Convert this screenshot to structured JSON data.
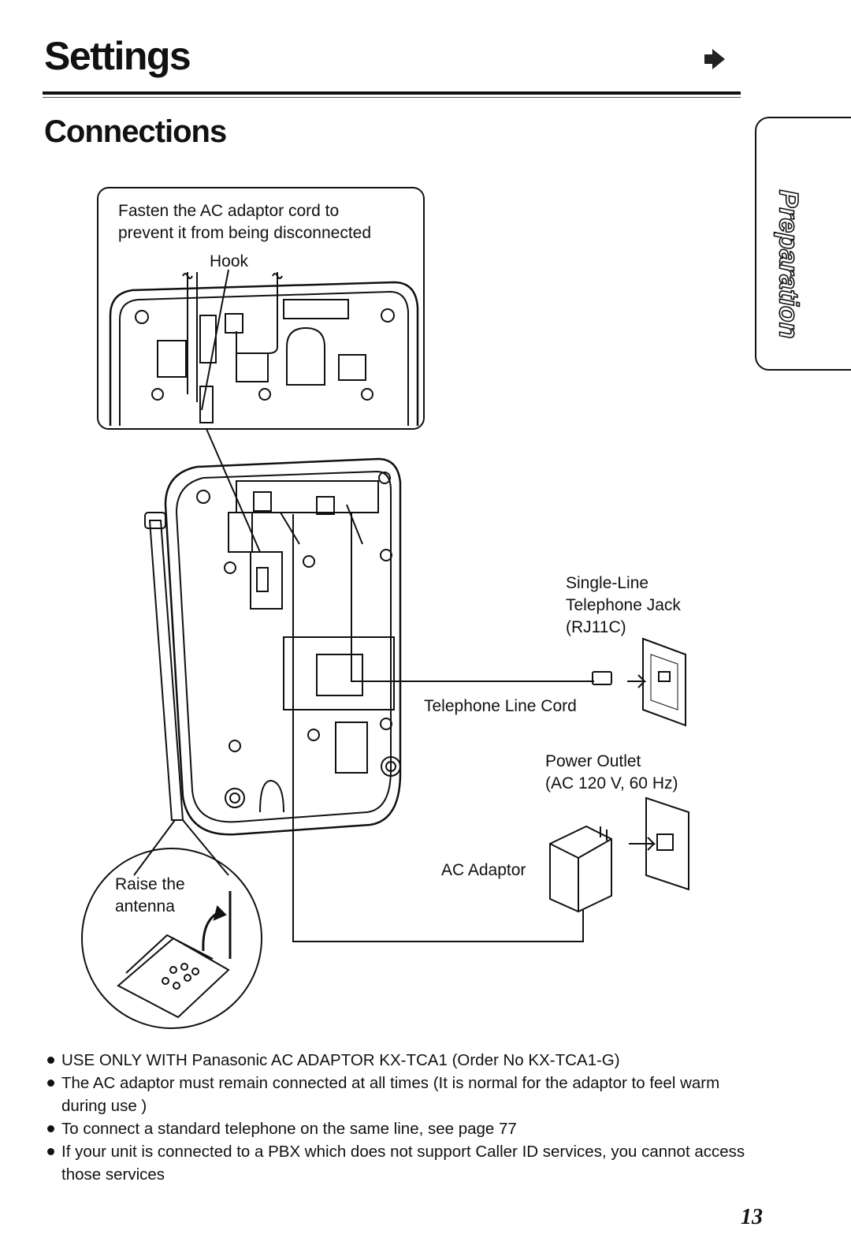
{
  "header": {
    "title": "Settings",
    "subtitle": "Connections",
    "side_tab": "Preparation"
  },
  "diagram": {
    "inset_caption": "Fasten the AC adaptor cord to\nprevent it from being disconnected",
    "hook_label": "Hook",
    "jack_label": "Single-Line\nTelephone Jack\n(RJ11C)",
    "cord_label": "Telephone Line Cord",
    "outlet_label": "Power Outlet\n(AC 120 V, 60 Hz)",
    "adaptor_label": "AC Adaptor",
    "antenna_label": "Raise the\nantenna"
  },
  "notes": [
    "USE ONLY WITH Panasonic AC ADAPTOR KX-TCA1 (Order No KX-TCA1-G)",
    "The AC adaptor must remain connected at all times (It is normal for the adaptor to feel warm during use )",
    "To connect a standard telephone on the same line, see page 77",
    "If your unit is connected to a PBX which does not support Caller ID services, you cannot access those services"
  ],
  "page_number": "13"
}
